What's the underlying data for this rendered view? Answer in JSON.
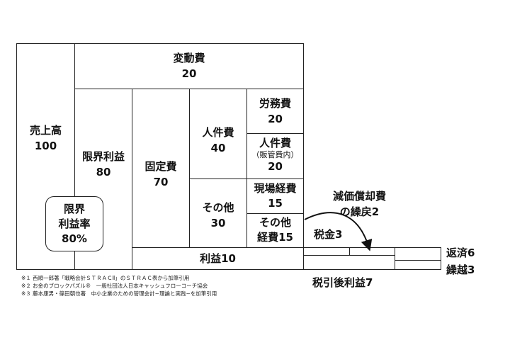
{
  "diagram": {
    "sales": {
      "label": "売上高",
      "value": "100"
    },
    "variable_cost": {
      "label": "変動費",
      "value": "20"
    },
    "marginal_profit": {
      "label": "限界利益",
      "value": "80"
    },
    "marginal_profit_ratio": {
      "line1": "限界",
      "line2": "利益率",
      "value": "80%"
    },
    "fixed_cost": {
      "label": "固定費",
      "value": "70"
    },
    "personnel": {
      "label": "人件費",
      "value": "40"
    },
    "labor_cost": {
      "label": "労務費",
      "value": "20"
    },
    "admin_personnel": {
      "label": "人件費",
      "note": "（販管費内）",
      "value": "20"
    },
    "other": {
      "label": "その他",
      "value": "30"
    },
    "site_expense": {
      "label": "現場経費",
      "value": "15"
    },
    "other_expense": {
      "line1": "その他",
      "line2": "経費15"
    },
    "profit": {
      "label": "利益10"
    },
    "depreciation": {
      "line1": "減価償却費",
      "line2": "の繰戻2"
    },
    "tax": {
      "label": "税金3"
    },
    "after_tax_profit": {
      "label": "税引後利益7"
    },
    "repayment": {
      "label": "返済6"
    },
    "carryover": {
      "label": "繰越3"
    }
  },
  "footnotes": [
    "※１ 西順一郎著「戦略会計ＳＴＲＡＣⅡ」のＳＴＲＡＣ表から加筆引用",
    "※２ お金のブロックパズル®　一般社団法人日本キャッシュフローコーチ協会",
    "※３ 藤本康男・篠田朝也著　中小企業のための管理会計~理論と実践~を加筆引用"
  ]
}
